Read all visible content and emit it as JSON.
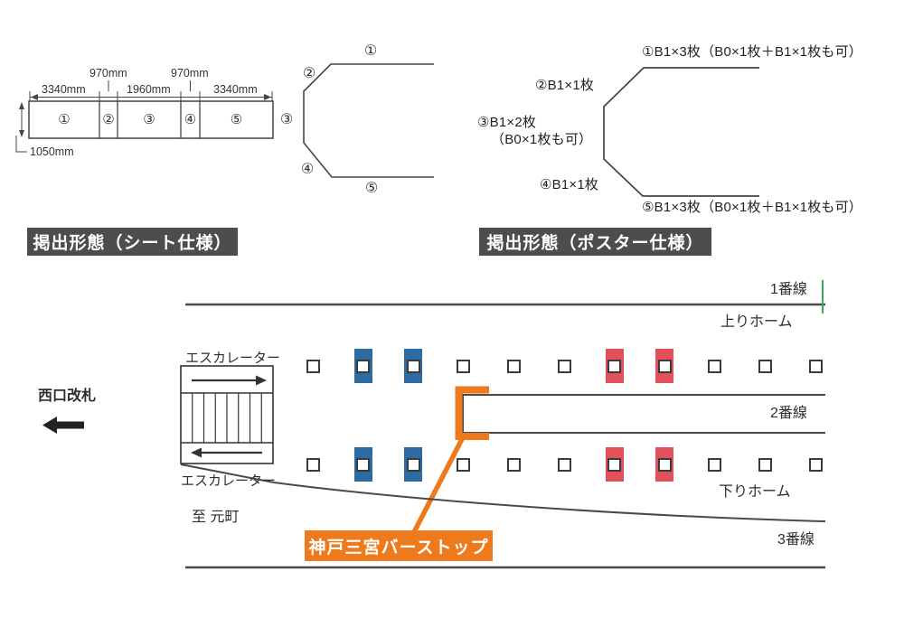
{
  "sheet_spec": {
    "header": "掲出形態（シート仕様）",
    "dims_upper": [
      "970mm",
      "970mm"
    ],
    "dims_lower": [
      "3340mm",
      "1960mm",
      "3340mm"
    ],
    "dim_height": "1050mm",
    "cells": [
      "①",
      "②",
      "③",
      "④",
      "⑤"
    ],
    "bracket_labels": [
      "①",
      "②",
      "③",
      "④",
      "⑤"
    ]
  },
  "poster_spec": {
    "header": "掲出形態（ポスター仕様）",
    "item1": "①B1×3枚（B0×1枚＋B1×1枚も可）",
    "item2": "②B1×1枚",
    "item3_line1": "③B1×2枚",
    "item3_line2": "（B0×1枚も可）",
    "item4": "④B1×1枚",
    "item5": "⑤B1×3枚（B0×1枚＋B1×1枚も可）"
  },
  "station_map": {
    "track1_label": "1番線",
    "up_platform_label": "上りホーム",
    "track2_label": "2番線",
    "down_platform_label": "下りホーム",
    "track3_label": "3番線",
    "escalator_top_label": "エスカレーター",
    "escalator_bottom_label": "エスカレーター",
    "west_gate_label": "西口改札",
    "to_motomachi_label": "至 元町",
    "bus_stop_label": "神戸三宮バーストップ",
    "pillar_pattern": [
      "plain",
      "blue",
      "blue",
      "plain",
      "plain",
      "plain",
      "red",
      "red",
      "plain",
      "plain",
      "plain"
    ],
    "colors": {
      "blue": "#2d6ba3",
      "red": "#e25159",
      "orange": "#ee7a1e",
      "green": "#3aa860",
      "header_bg": "#4d4d4d",
      "line_gray": "#4a4a4a"
    }
  }
}
